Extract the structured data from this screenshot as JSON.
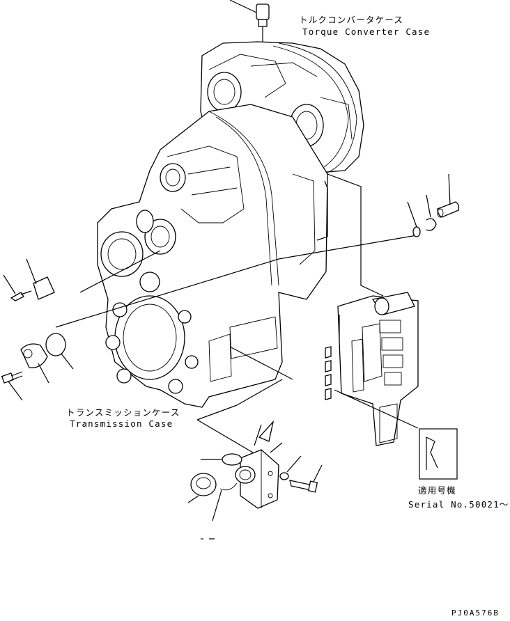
{
  "labels": {
    "torque_converter_jp": "トルクコンバータケース",
    "torque_converter_en": "Torque Converter Case",
    "transmission_jp": "トランスミッションケース",
    "transmission_en": "Transmission Case",
    "applicable_model_jp": "適用号機",
    "serial_no": "Serial No.50021〜",
    "drawing_code": "PJ0A576B"
  }
}
